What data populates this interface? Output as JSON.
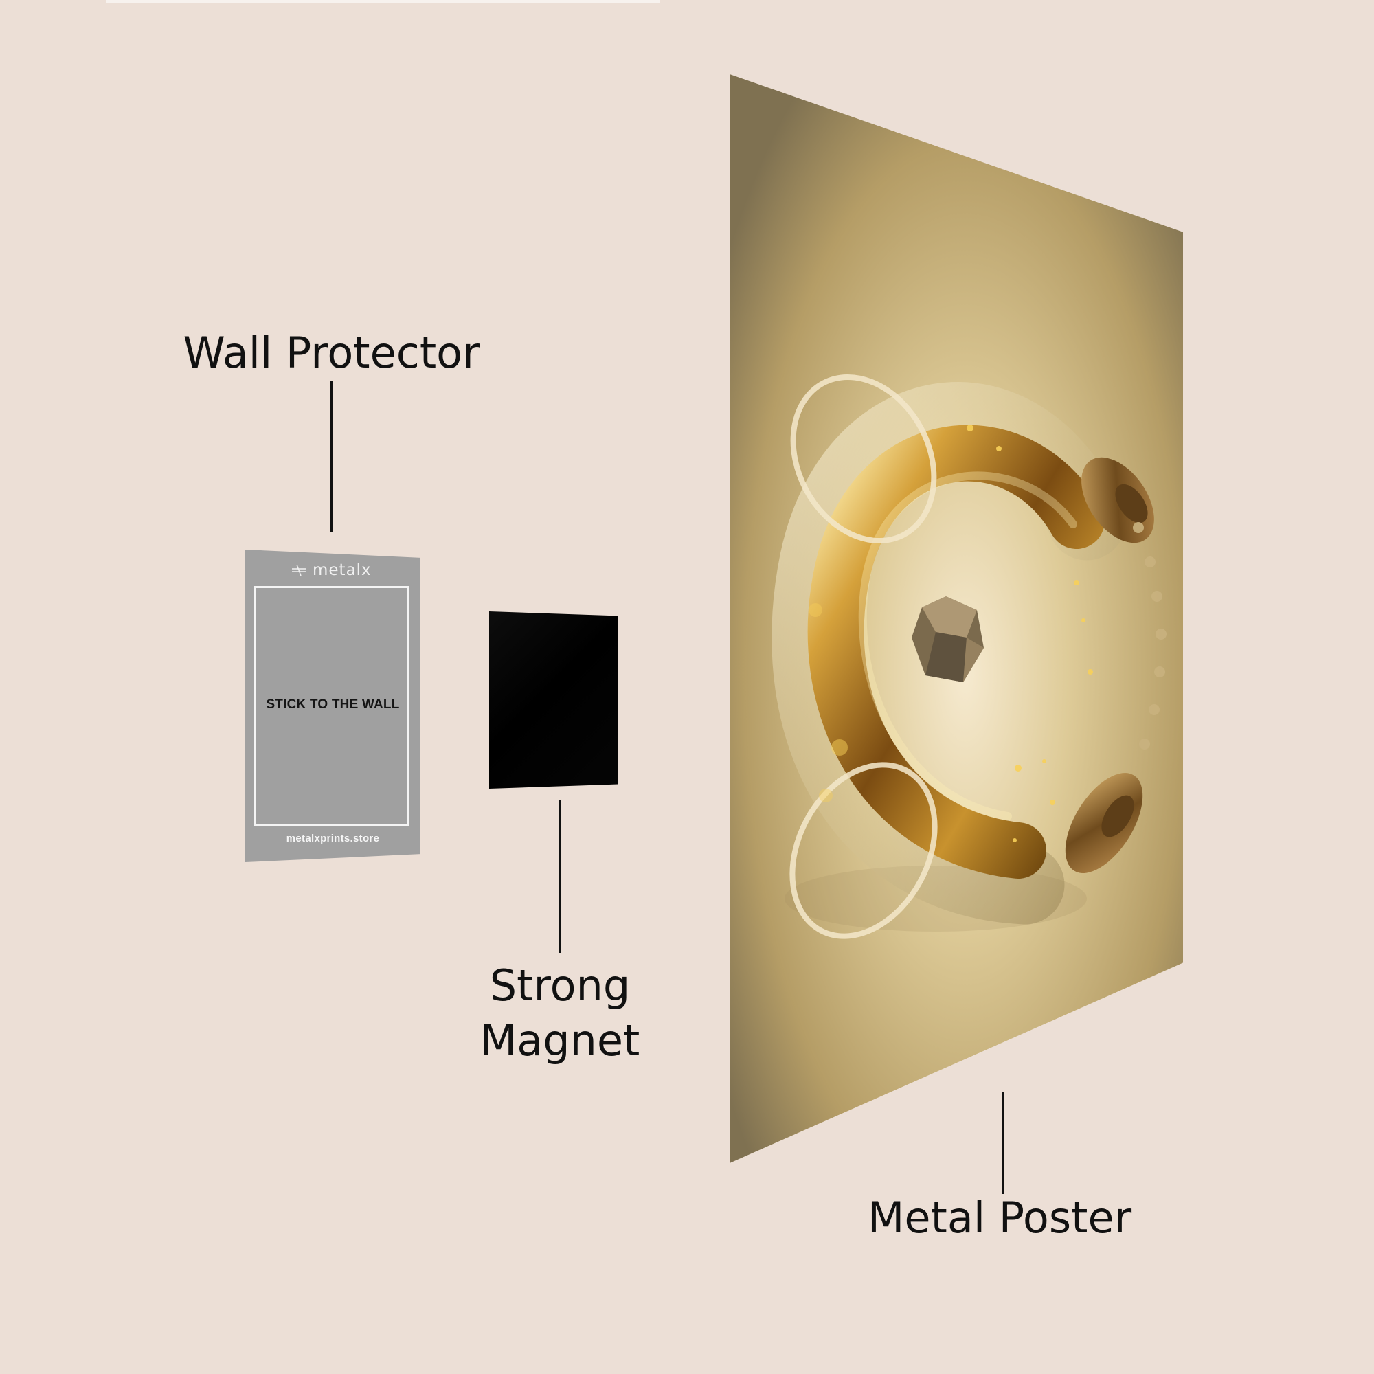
{
  "scene": {
    "background_color": "#ecdfd6",
    "labels": {
      "wall_protector": "Wall Protector",
      "strong_magnet_line1": "Strong",
      "strong_magnet_line2": "Magnet",
      "metal_poster": "Metal Poster"
    }
  },
  "wall_protector": {
    "brand": "metalx",
    "instruction": "STICK TO THE WALL",
    "website": "metalxprints.store",
    "color": "#a0a0a0"
  },
  "magnet": {
    "color": "#000000"
  },
  "poster": {
    "accent_color": "#c8a84f",
    "artwork": "golden-c-torus"
  }
}
